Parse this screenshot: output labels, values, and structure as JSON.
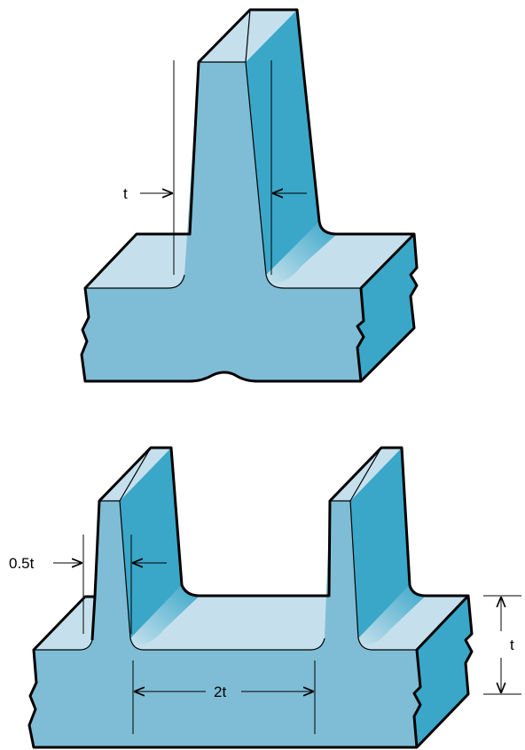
{
  "labels": {
    "top_rib_thickness": "t",
    "bottom_rib_thickness": "0.5t",
    "rib_spacing": "2t",
    "base_thickness": "t"
  },
  "colors": {
    "front": "#7fbdd6",
    "top": "#c5e0ec",
    "side": "#3aa7c9",
    "outline": "#000000",
    "background": "#ffffff"
  }
}
